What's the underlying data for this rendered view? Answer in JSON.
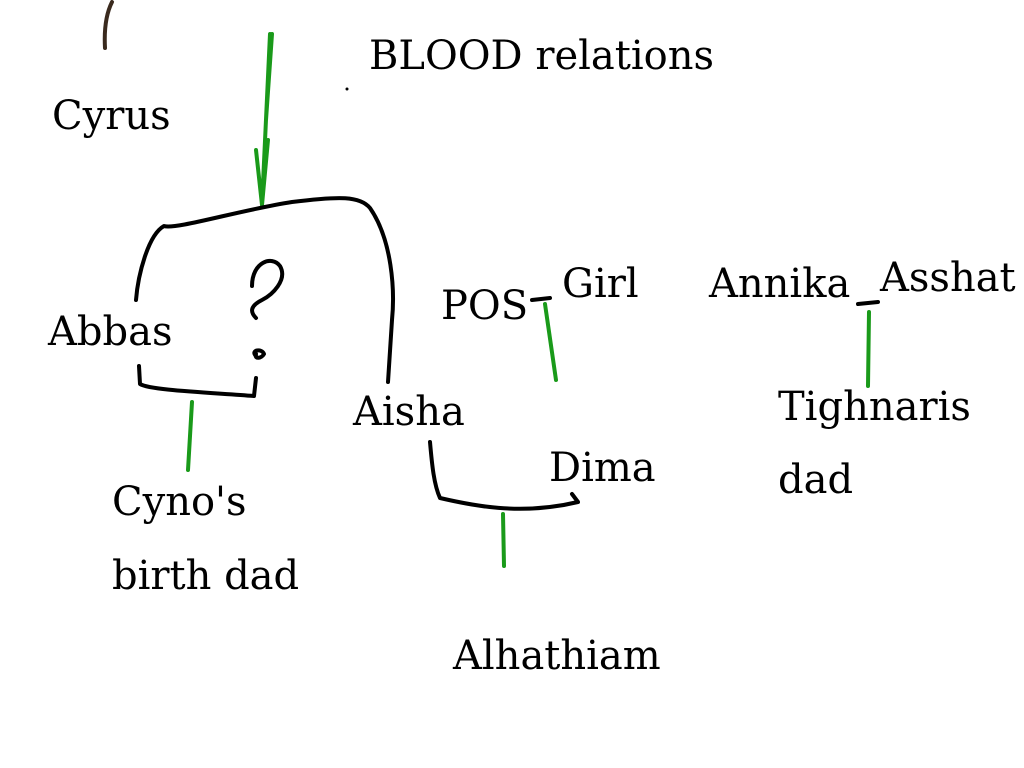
{
  "colors": {
    "background": "#ffffff",
    "ink": "#000000",
    "green": "#1a9a1a",
    "brown": "#3a2a1e"
  },
  "title": "BLOOD relations",
  "names": {
    "cyrus": "Cyrus",
    "abbas": "Abbas",
    "question": "?",
    "aisha": "Aisha",
    "pos": "POS",
    "girl": "Girl",
    "dima": "Dima",
    "annika": "Annika",
    "asshat": "Asshat"
  },
  "children": {
    "cyno_line1": "Cyno's",
    "cyno_line2": "birth dad",
    "alhathiam": "Alhathiam",
    "tighnaris_line1": "Tighnaris",
    "tighnaris_line2": "dad"
  }
}
